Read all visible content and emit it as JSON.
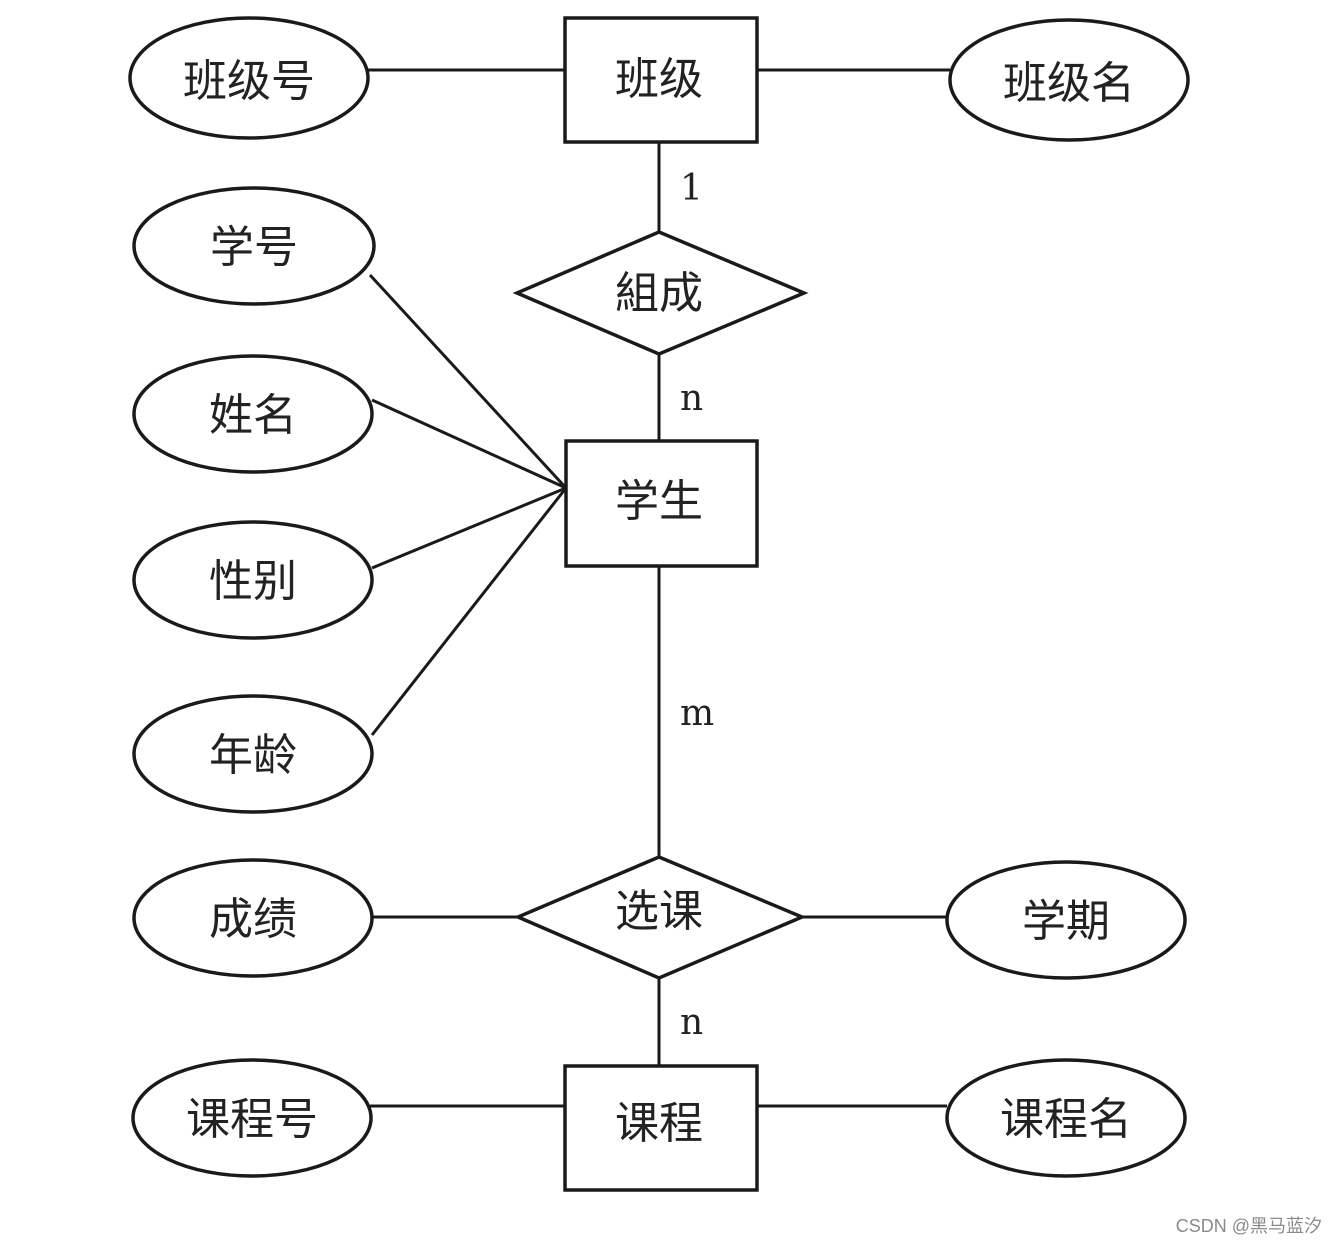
{
  "diagram": {
    "entities": {
      "class": "班级",
      "student": "学生",
      "course": "课程"
    },
    "relationships": {
      "compose": "組成",
      "select_course": "选课"
    },
    "attributes": {
      "class_no": "班级号",
      "class_name": "班级名",
      "student_no": "学号",
      "student_name": "姓名",
      "gender": "性别",
      "age": "年龄",
      "score": "成绩",
      "term": "学期",
      "course_no": "课程号",
      "course_name": "课程名"
    },
    "cardinalities": {
      "class_compose": "1",
      "compose_student": "n",
      "student_select": "m",
      "select_course": "n"
    }
  },
  "watermark": "CSDN @黑马蓝汐"
}
